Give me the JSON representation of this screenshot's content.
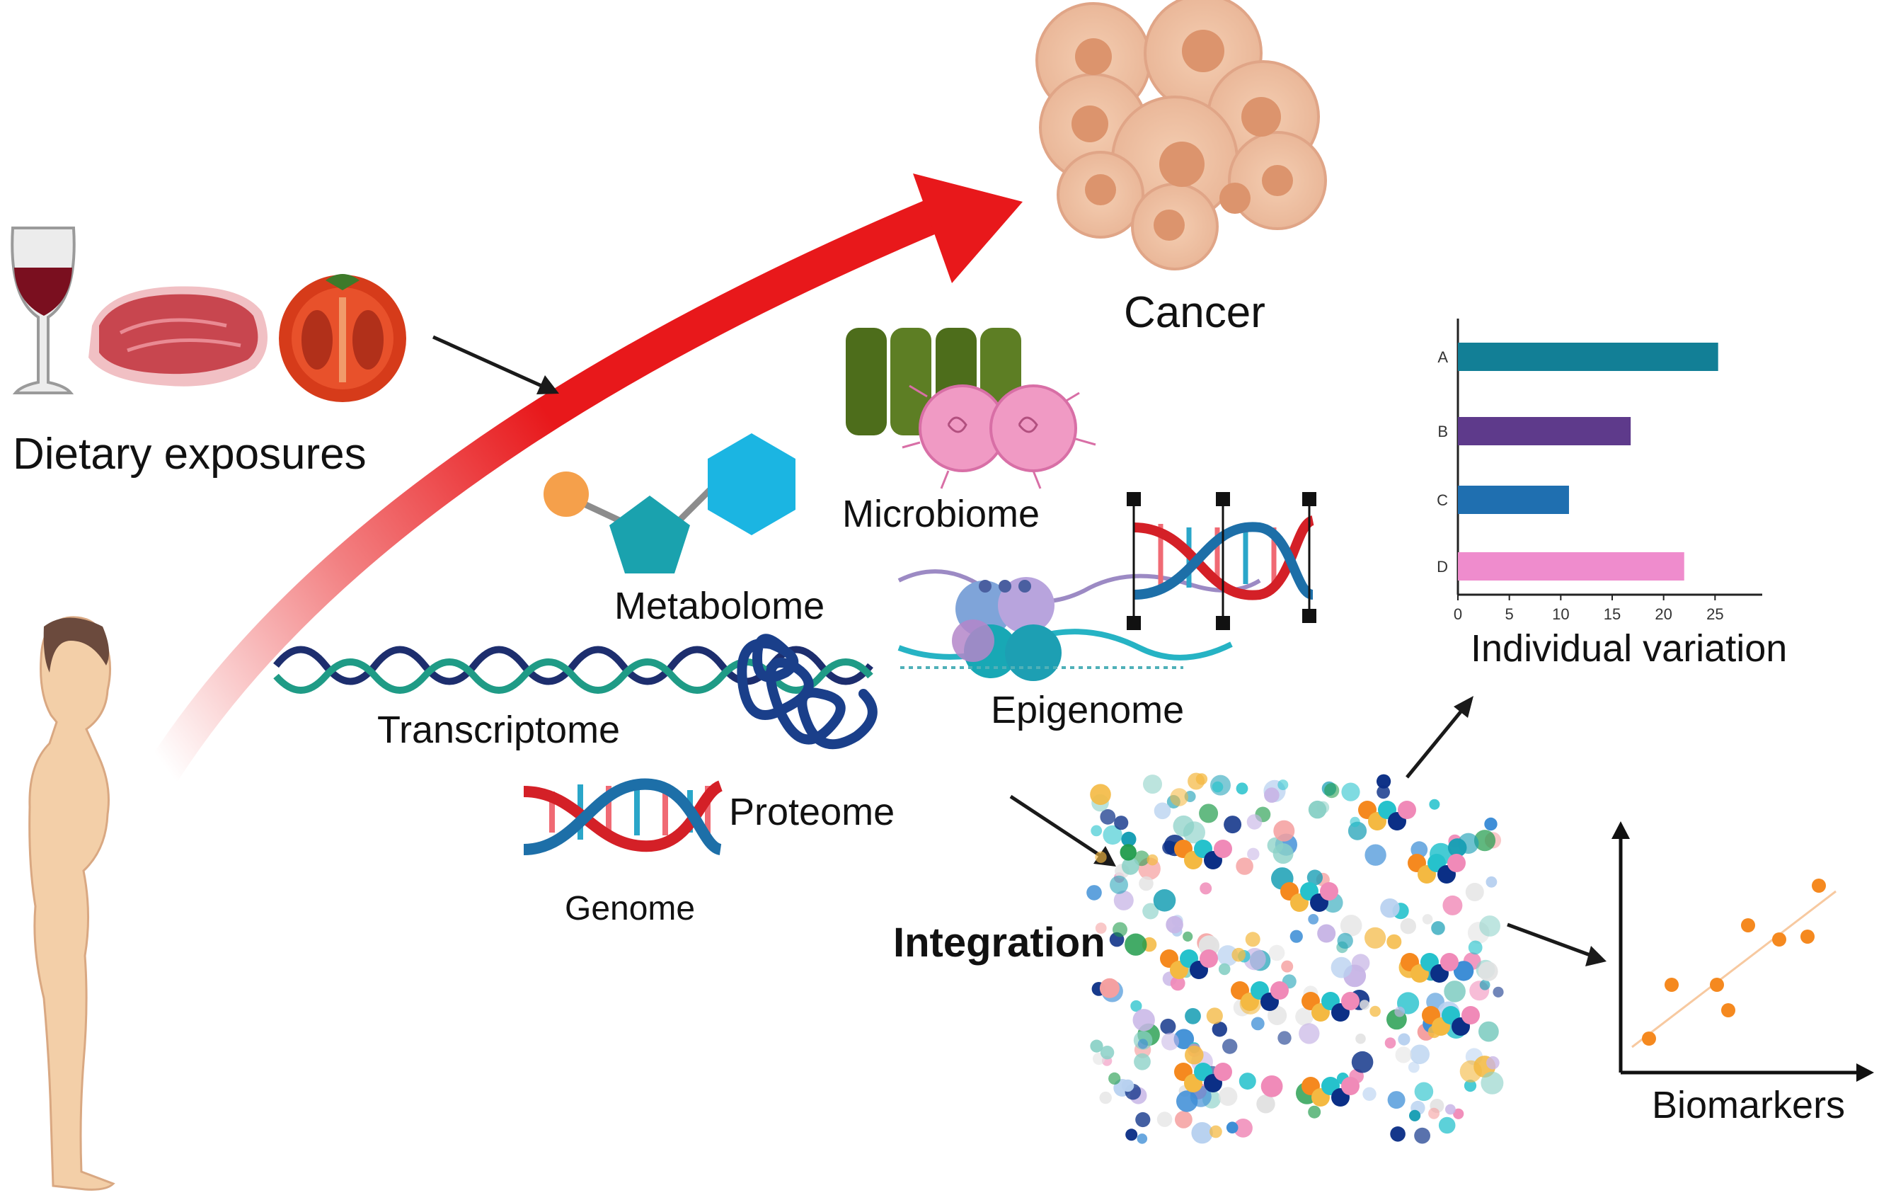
{
  "labels": {
    "dietary": "Dietary exposures",
    "cancer": "Cancer",
    "microbiome": "Microbiome",
    "metabolome": "Metabolome",
    "transcriptome": "Transcriptome",
    "proteome": "Proteome",
    "epigenome": "Epigenome",
    "genome": "Genome",
    "integration": "Integration",
    "biomarkers": "Biomarkers"
  },
  "colors": {
    "main_arrow": "#e8181b",
    "dna_red": "#d42027",
    "dna_blue": "#1d6fa8",
    "teal": "#0f9bb0",
    "navy": "#1a3f8a",
    "orange": "#f5891f",
    "skin": "#f3cfa8"
  },
  "chart_data": [
    {
      "type": "bar",
      "orientation": "horizontal",
      "categories": [
        "A",
        "B",
        "C",
        "D"
      ],
      "values": [
        25.3,
        16.8,
        10.8,
        22.0
      ],
      "colors": [
        "#127f96",
        "#5e3a8b",
        "#1f6fb0",
        "#ef8ccd"
      ],
      "xlabel": "Individual variation",
      "xticks": [
        "0",
        "5",
        "10",
        "15",
        "20",
        "25"
      ],
      "xlim": [
        0,
        30
      ]
    },
    {
      "type": "scatter",
      "xlabel": "Biomarkers",
      "x": [
        1.0,
        1.8,
        3.4,
        3.8,
        4.5,
        5.6,
        6.6,
        7.0
      ],
      "y": [
        1.2,
        3.1,
        3.1,
        2.2,
        5.2,
        4.7,
        4.8,
        6.6
      ],
      "trendline": true,
      "point_color": "#f5891f",
      "xlim": [
        0,
        8
      ],
      "ylim": [
        0,
        8
      ]
    }
  ]
}
